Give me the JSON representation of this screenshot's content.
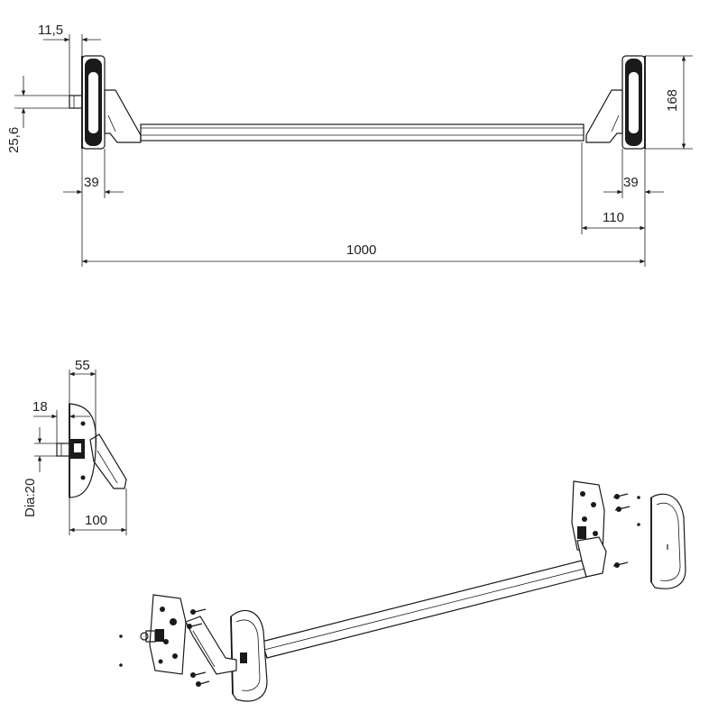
{
  "top_view": {
    "dims": {
      "d_11_5": "11,5",
      "d_25_6": "25,6",
      "d_39_left": "39",
      "d_39_right": "39",
      "d_110": "110",
      "d_1000": "1000",
      "d_168": "168"
    }
  },
  "side_view": {
    "dims": {
      "d_55": "55",
      "d_18": "18",
      "d_dia20": "Dia:20",
      "d_100": "100"
    }
  },
  "colors": {
    "line": "#1a1a1a",
    "background": "#ffffff"
  }
}
